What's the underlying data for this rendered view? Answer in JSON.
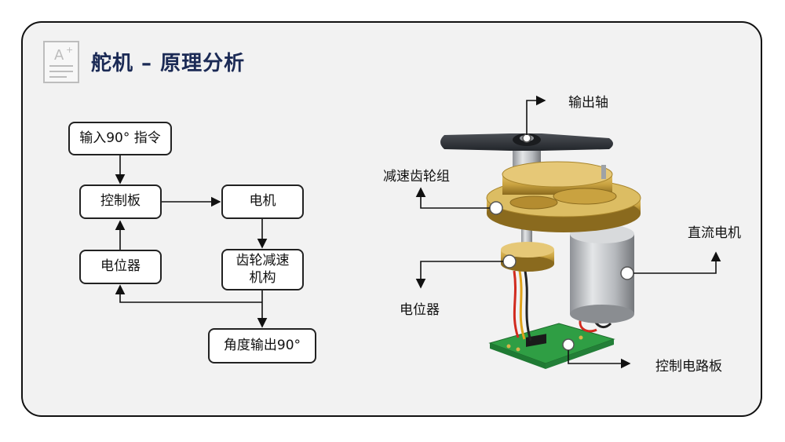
{
  "title": "舵机 – 原理分析",
  "flowchart": {
    "input_command": "输入90° 指令",
    "control_board": "控制板",
    "motor": "电机",
    "potentiometer": "电位器",
    "gear_reduction_line1": "齿轮减速",
    "gear_reduction_line2": "机构",
    "output_angle": "角度输出90°"
  },
  "servo_labels": {
    "output_shaft": "输出轴",
    "reduction_gears": "减速齿轮组",
    "dc_motor": "直流电机",
    "potentiometer": "电位器",
    "control_circuit_board": "控制电路板"
  },
  "colors": {
    "title": "#1b2a55",
    "card_background": "#f2f2f2",
    "gear_gold": "#c9a240",
    "pcb_green": "#2f9e44",
    "motor_silver": "#c7c9cc"
  }
}
